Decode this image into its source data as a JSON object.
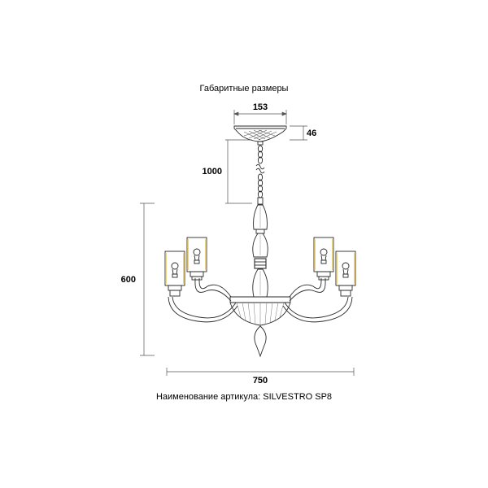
{
  "header": {
    "title": "Габаритные размеры"
  },
  "dimensions": {
    "canopy_width": "153",
    "canopy_height": "46",
    "chain_length": "1000",
    "body_height": "600",
    "overall_width": "750"
  },
  "footer": {
    "article_label": "Наименование артикула: SILVESTRO SP8"
  },
  "colors": {
    "line": "#2a2a2a",
    "glass_accent": "#e8c968",
    "background": "#ffffff"
  }
}
